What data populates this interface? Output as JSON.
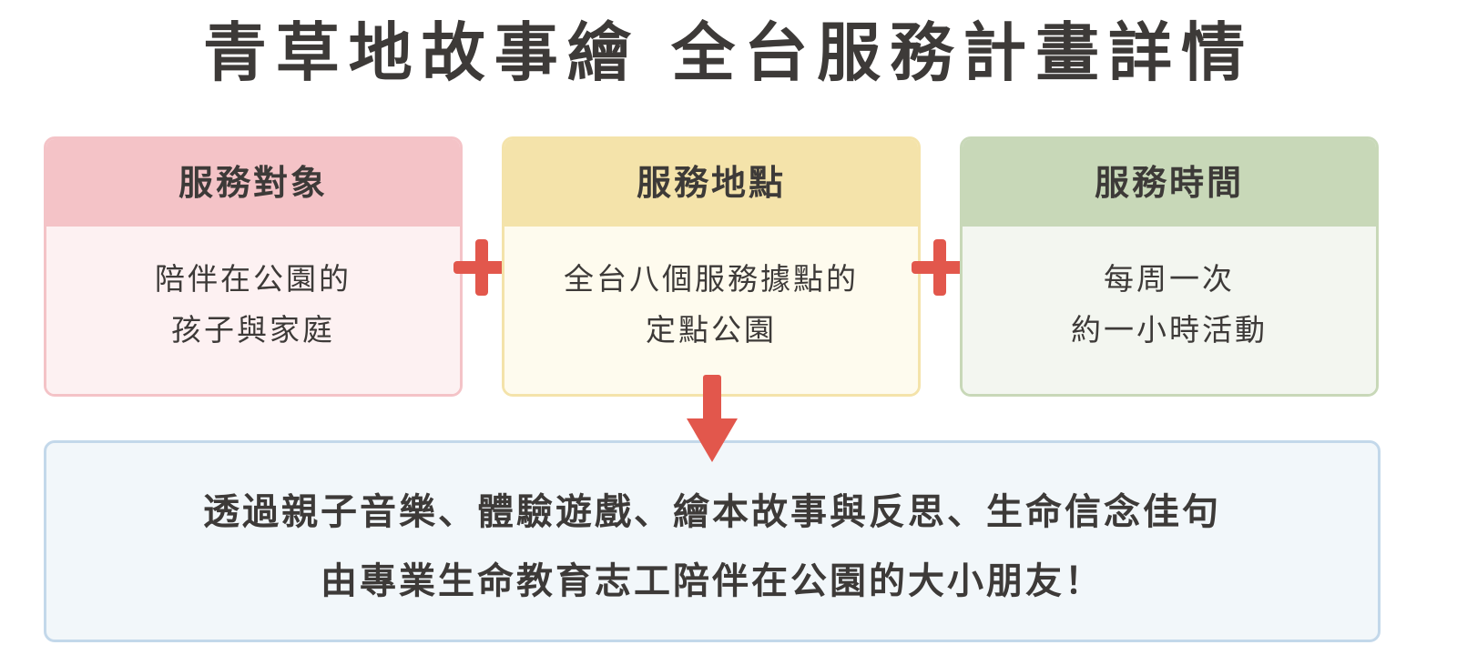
{
  "title": "青草地故事繪  全台服務計畫詳情",
  "cards": [
    {
      "heading": "服務對象",
      "lines": [
        "陪伴在公園的",
        "孩子與家庭"
      ]
    },
    {
      "heading": "服務地點",
      "lines": [
        "全台八個服務據點的",
        "定點公園"
      ]
    },
    {
      "heading": "服務時間",
      "lines": [
        "每周一次",
        "約一小時活動"
      ]
    }
  ],
  "summary": {
    "lines": [
      "透過親子音樂、體驗遊戲、繪本故事與反思、生命信念佳句",
      "由專業生命教育志工陪伴在公園的大小朋友！"
    ]
  },
  "colors": {
    "accent_red": "#e2574c",
    "card_1_header": "#f4c3c7",
    "card_2_header": "#f4e3aa",
    "card_3_header": "#c8d8b8",
    "summary_border": "#c3d8ea"
  },
  "icons": {
    "plus_1": "plus-icon",
    "plus_2": "plus-icon",
    "arrow": "arrow-down-icon"
  }
}
